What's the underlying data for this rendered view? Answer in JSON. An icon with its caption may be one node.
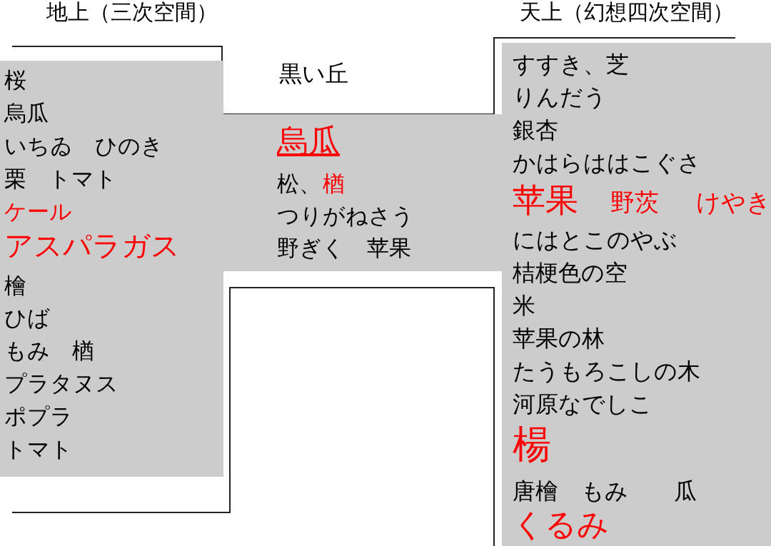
{
  "diagram": {
    "nodes": [
      {
        "text": [
          "桜",
          "烏瓜",
          "いちゐ　ひのき",
          "栗　トマト",
          "ケール",
          "アスパラガス",
          "檜",
          "ひば",
          "もみ　楢",
          "プラタヌス",
          "ポプラ",
          "トマト"
        ]
      },
      {
        "text": [
          "黒い丘"
        ]
      },
      {
        "text": [
          "烏瓜",
          "松、",
          "楢",
          "つりがねさう",
          "野ぎく　苹果"
        ]
      },
      {
        "text": [
          "すすき、芝",
          "りんだう",
          "銀杏",
          "かはらははこぐさ",
          "苹果",
          "野茨",
          "けやき",
          "にはとこのやぶ",
          "桔梗色の空",
          "米",
          "苹果の林",
          "たうもろこしの木",
          "河原なでしこ",
          "楊",
          "唐檜　もみ　　瓜",
          "くるみ"
        ]
      }
    ],
    "edges": [],
    "labels": [
      "地上（三次空間）",
      "天上（幻想四次空間）"
    ]
  }
}
